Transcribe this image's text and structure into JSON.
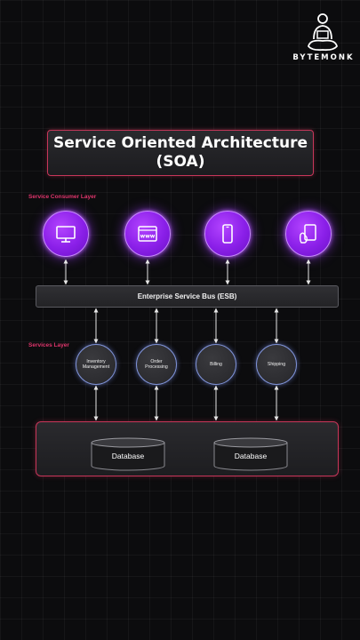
{
  "brand": {
    "name": "BYTEMONK",
    "logo_icon": "monk-meditating-laptop-icon"
  },
  "title": {
    "line1": "Service Oriented Architecture",
    "line2": "(SOA)"
  },
  "layers": {
    "consumer_label": "Service Consumer Layer",
    "services_label": "Services Layer"
  },
  "consumers": [
    {
      "icon": "desktop-monitor-icon"
    },
    {
      "icon": "web-browser-icon"
    },
    {
      "icon": "mobile-phone-icon"
    },
    {
      "icon": "tablet-touch-icon"
    }
  ],
  "esb": {
    "label": "Enterprise Service Bus (ESB)"
  },
  "services": [
    {
      "line1": "Inventory",
      "line2": "Management"
    },
    {
      "line1": "Order",
      "line2": "Processing"
    },
    {
      "line1": "Billing",
      "line2": ""
    },
    {
      "line1": "Shipping",
      "line2": ""
    }
  ],
  "databases": [
    {
      "label": "Database"
    },
    {
      "label": "Database"
    }
  ],
  "colors": {
    "background": "#0c0c0e",
    "accent_red": "#c8365a",
    "layer_label": "#e0356c",
    "consumer_purple": "#8a1fe8",
    "service_border": "#7f93d8",
    "arrow": "#e6e6e6"
  }
}
